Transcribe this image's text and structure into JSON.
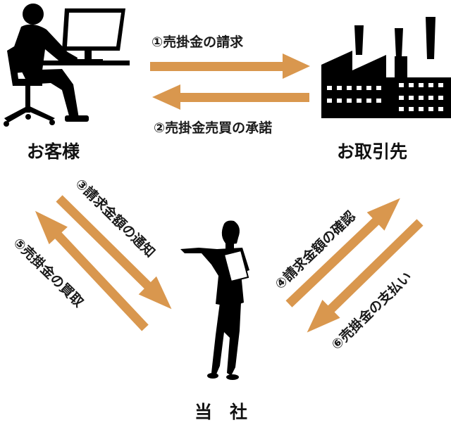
{
  "colors": {
    "arrow": "#d9974e",
    "silhouette": "#000000",
    "text": "#1a1a1a"
  },
  "nodes": {
    "customer": {
      "label": "お客様",
      "icon": "person-at-computer-icon"
    },
    "partner": {
      "label": "お取引先",
      "icon": "factory-icon"
    },
    "company": {
      "label": "当　社",
      "icon": "businesswoman-icon"
    }
  },
  "steps": [
    {
      "number": 1,
      "label": "①売掛金の請求",
      "from": "customer",
      "to": "partner"
    },
    {
      "number": 2,
      "label": "②売掛金売買の承諾",
      "from": "partner",
      "to": "customer"
    },
    {
      "number": 3,
      "label": "③請求金額の通知",
      "from": "customer",
      "to": "company"
    },
    {
      "number": 4,
      "label": "④請求金額の確認",
      "from": "company",
      "to": "partner"
    },
    {
      "number": 5,
      "label": "⑤売掛金の買取",
      "from": "company",
      "to": "customer"
    },
    {
      "number": 6,
      "label": "⑥売掛金の支払い",
      "from": "partner",
      "to": "company"
    }
  ]
}
